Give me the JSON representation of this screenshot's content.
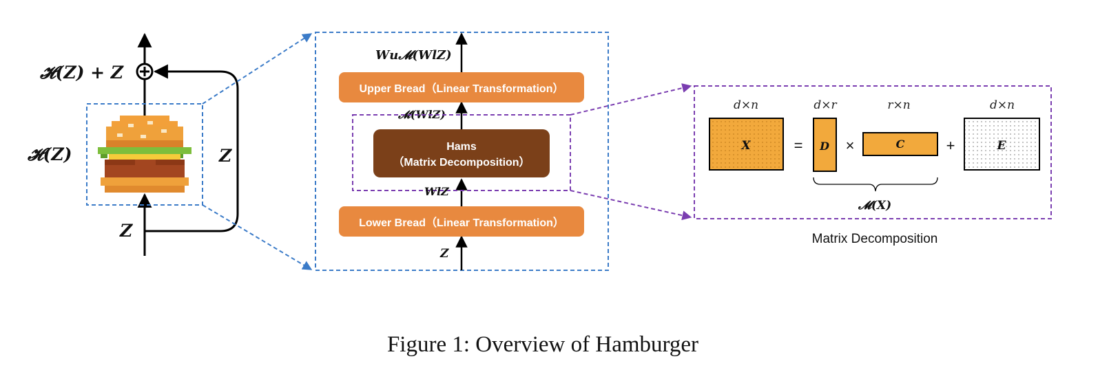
{
  "left_panel": {
    "output_label": "𝓗(𝒁) + 𝒁",
    "hamburger_label": "𝓗(𝒁)",
    "skip_label": "𝒁",
    "input_label": "𝒁"
  },
  "middle_panel": {
    "top_label": "𝑾𝒖𝓜(𝑾𝒍𝒁)",
    "upper_bread": "Upper Bread（Linear Transformation）",
    "m_label": "𝓜(𝑾𝒍𝒁)",
    "hams_line1": "Hams",
    "hams_line2": "（Matrix Decomposition）",
    "wz_label": "𝑾𝒍𝒁",
    "lower_bread": "Lower Bread（Linear Transformation）",
    "z_label": "𝒁"
  },
  "right_panel": {
    "x_dim": "d×n",
    "d_dim": "d×r",
    "c_dim": "r×n",
    "e_dim": "d×n",
    "x_label": "𝑿",
    "d_label": "𝑫",
    "c_label": "𝑪",
    "e_label": "𝑬",
    "equals": "=",
    "times": "×",
    "plus": "+",
    "m_x_label": "𝓜(𝑿)",
    "panel_title": "Matrix Decomposition"
  },
  "caption": "Figure 1: Overview of Hamburger",
  "colors": {
    "bread": "#E8893F",
    "hams": "#7B4019",
    "matrix_orange": "#F2A93C",
    "blue_dash": "#3B7BC8",
    "purple_dash": "#7A3DB0"
  }
}
